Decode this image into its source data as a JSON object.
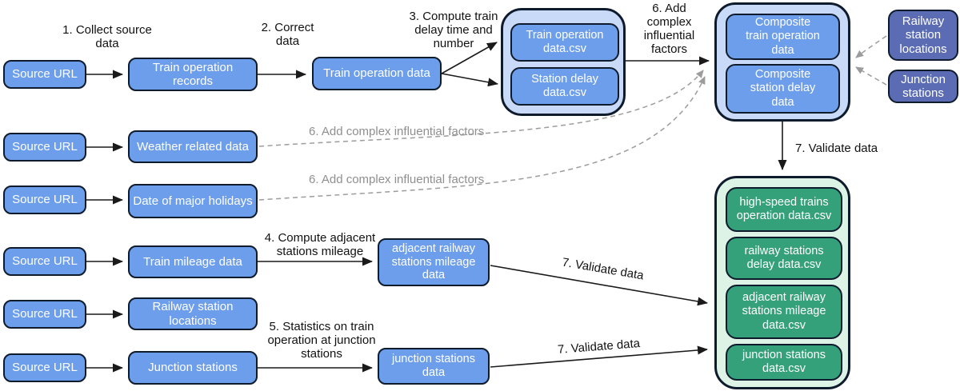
{
  "colors": {
    "node_blue": "#6d9eeb",
    "container_light_blue": "#c9daf8",
    "node_indigo": "#5b6cb4",
    "node_green": "#34a17a",
    "container_light_green": "#dcf3e6",
    "border_dark": "#0e1b2c",
    "arrow_black": "#1a1a1a",
    "arrow_gray": "#9c9c9c"
  },
  "steps": {
    "collect": "1. Collect source data",
    "correct": "2. Correct data",
    "compute_delay": "3. Compute train delay time and number",
    "compute_mileage": "4. Compute adjacent stations mileage",
    "junction_stats": "5. Statistics on train operation at junction stations",
    "add_factors": "6. Add complex influential factors",
    "add_factors_weather": "6. Add complex influential factors",
    "add_factors_holidays": "6. Add complex influential factors",
    "validate_top": "7. Validate data",
    "validate_mileage": "7. Validate data",
    "validate_junction": "7. Validate data"
  },
  "nodes": {
    "source_url": "Source URL",
    "train_operation_records": "Train operation records",
    "train_operation_data": "Train operation data",
    "weather_related_data": "Weather related data",
    "date_of_major_holidays": "Date of major holidays",
    "train_mileage_data": "Train mileage data",
    "railway_station_locations": "Railway station locations",
    "junction_stations": "Junction stations",
    "adjacent_mileage_data": "adjacent railway stations mileage data",
    "junction_stations_data": "junction stations data"
  },
  "intermediate_store": {
    "train_operation_csv": "Train operation data.csv",
    "station_delay_csv": "Station delay data.csv"
  },
  "composite_store": {
    "composite_train_operation": "Composite train operation data",
    "composite_station_delay": "Composite station delay data"
  },
  "external_inputs": {
    "railway_station_locations": "Railway station locations",
    "junction_stations": "Junction stations"
  },
  "output_store": {
    "files": [
      "high-speed trains operation data.csv",
      "railway stations delay data.csv",
      "adjacent railway stations mileage data.csv",
      "junction stations data.csv"
    ]
  }
}
